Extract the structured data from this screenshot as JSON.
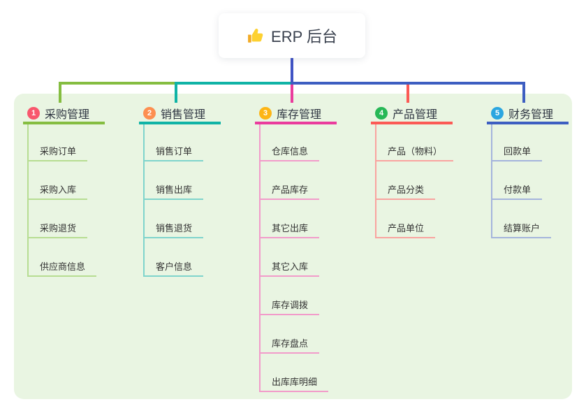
{
  "root": {
    "label": "ERP 后台",
    "icon": "thumbs-up-icon",
    "line_color": "#4154c5"
  },
  "panel": {
    "background": "#e9f5e2"
  },
  "branches": [
    {
      "num": "1",
      "label": "采购管理",
      "badge_color": "#f8576d",
      "line_color": "#85bd41",
      "child_line_color": "#b7dd92",
      "children": [
        "采购订单",
        "采购入库",
        "采购退货",
        "供应商信息"
      ]
    },
    {
      "num": "2",
      "label": "销售管理",
      "badge_color": "#fd8f50",
      "line_color": "#10b3a6",
      "child_line_color": "#7fd4cc",
      "children": [
        "销售订单",
        "销售出库",
        "销售退货",
        "客户信息"
      ]
    },
    {
      "num": "3",
      "label": "库存管理",
      "badge_color": "#fdb515",
      "line_color": "#ea3c9d",
      "child_line_color": "#f29bca",
      "children": [
        "仓库信息",
        "产品库存",
        "其它出库",
        "其它入库",
        "库存调拨",
        "库存盘点",
        "出库库明细"
      ]
    },
    {
      "num": "4",
      "label": "产品管理",
      "badge_color": "#27b857",
      "line_color": "#fb5a55",
      "child_line_color": "#f9a39f",
      "children": [
        "产品（物料）",
        "产品分类",
        "产品单位"
      ]
    },
    {
      "num": "5",
      "label": "财务管理",
      "badge_color": "#2ba6e0",
      "line_color": "#3d5ec1",
      "child_line_color": "#a4b4dc",
      "children": [
        "回款单",
        "付款单",
        "结算账户"
      ]
    }
  ]
}
